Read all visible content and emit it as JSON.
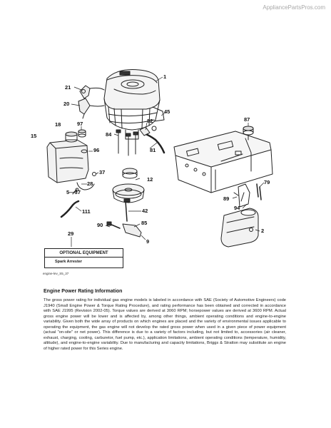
{
  "watermark": "AppliancePartsPros.com",
  "callouts": {
    "c1": "1",
    "c21": "21",
    "c20": "20",
    "c45": "45",
    "c82": "82",
    "c18": "18",
    "c97": "97",
    "c15": "15",
    "c84": "84",
    "c96": "96",
    "c81": "81",
    "c87": "87",
    "c37a": "37",
    "c28": "28",
    "c37b": "5—37",
    "c12": "12",
    "c111": "111",
    "c42": "42",
    "c29": "29",
    "c90": "90",
    "c85": "85",
    "c9": "9",
    "c79": "79",
    "c89": "89",
    "c94": "94",
    "c2": "2"
  },
  "optional_equipment": {
    "title": "OPTIONAL EQUIPMENT",
    "item": "Spark Arrester"
  },
  "figure_ref": "engine-lev_S5_37",
  "info": {
    "heading": "Engine Power Rating Information",
    "body": "The gross power rating for individual gas engine models is labeled in accordance with SAE (Society of Automotive Engineers) code J1940 (Small Engine Power & Torque Rating Procedure), and rating performance has been obtained and corrected in accordance with SAE J1995 (Revision 2002-05). Torque values are derived at 3060 RPM; horsepower values are derived at 3600 RPM. Actual gross engine power will be lower and is affected by, among other things, ambient operating conditions and engine-to-engine variability. Given both the wide array of products on which engines are placed and the variety of environmental issues applicable to operating the equipment, the gas engine will not develop the rated gross power when used in a given piece of power equipment (actual \"on-site\" or net power). This difference is due to a variety of factors including, but not limited to, accessories (air cleaner, exhaust, charging, cooling, carburetor, fuel pump, etc.), application limitations, ambient operating conditions (temperature, humidity, altitude), and engine-to-engine variability. Due to manufacturing and capacity limitations, Briggs & Stratton may substitute an engine of higher rated power for this Series engine."
  }
}
